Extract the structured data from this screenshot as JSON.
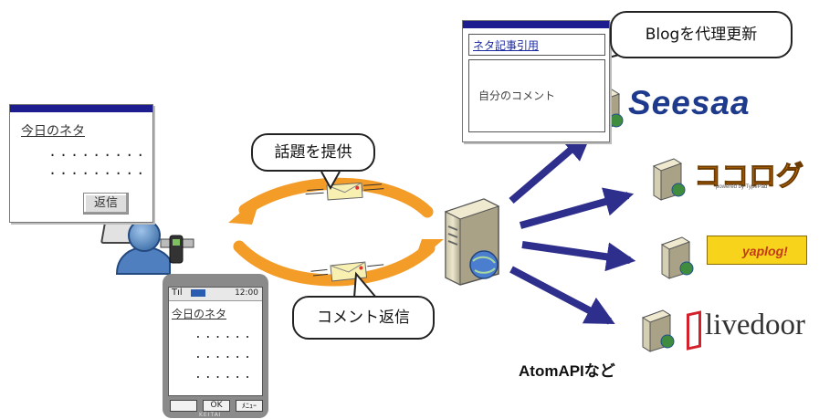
{
  "email_window": {
    "title": "今日のネタ",
    "dots1": ".........",
    "dots2": ".........",
    "reply_button": "返信"
  },
  "phone": {
    "status_left": "Tıl",
    "status_time": "12:00",
    "title": "今日のネタ",
    "dots1": "......",
    "dots2": "......",
    "dots3": "......",
    "soft_key_ok": "OK",
    "soft_key_menu": "ﾒﾆｭｰ",
    "brand": "KEITAI"
  },
  "blog_window": {
    "link": "ネタ記事引用",
    "comment": "自分のコメント"
  },
  "callouts": {
    "topic": "話題を提供",
    "comment_reply": "コメント返信",
    "blog_update": "Blogを代理更新"
  },
  "services": {
    "seesaa": "Seesaa",
    "cocolog": "ココログ",
    "cocolog_sub": "powered by TypePad",
    "yaplog": "yaplog!",
    "livedoor": "livedoor"
  },
  "caption": "AtomAPIなど",
  "colors": {
    "orange_arrow": "#f39c28",
    "blue_arrow": "#2e2e8c",
    "window_bar": "#1d1d8f",
    "seesaa_blue": "#1e3a8c",
    "cocolog_orange": "#f08a00",
    "livedoor_red": "#d4202b"
  }
}
